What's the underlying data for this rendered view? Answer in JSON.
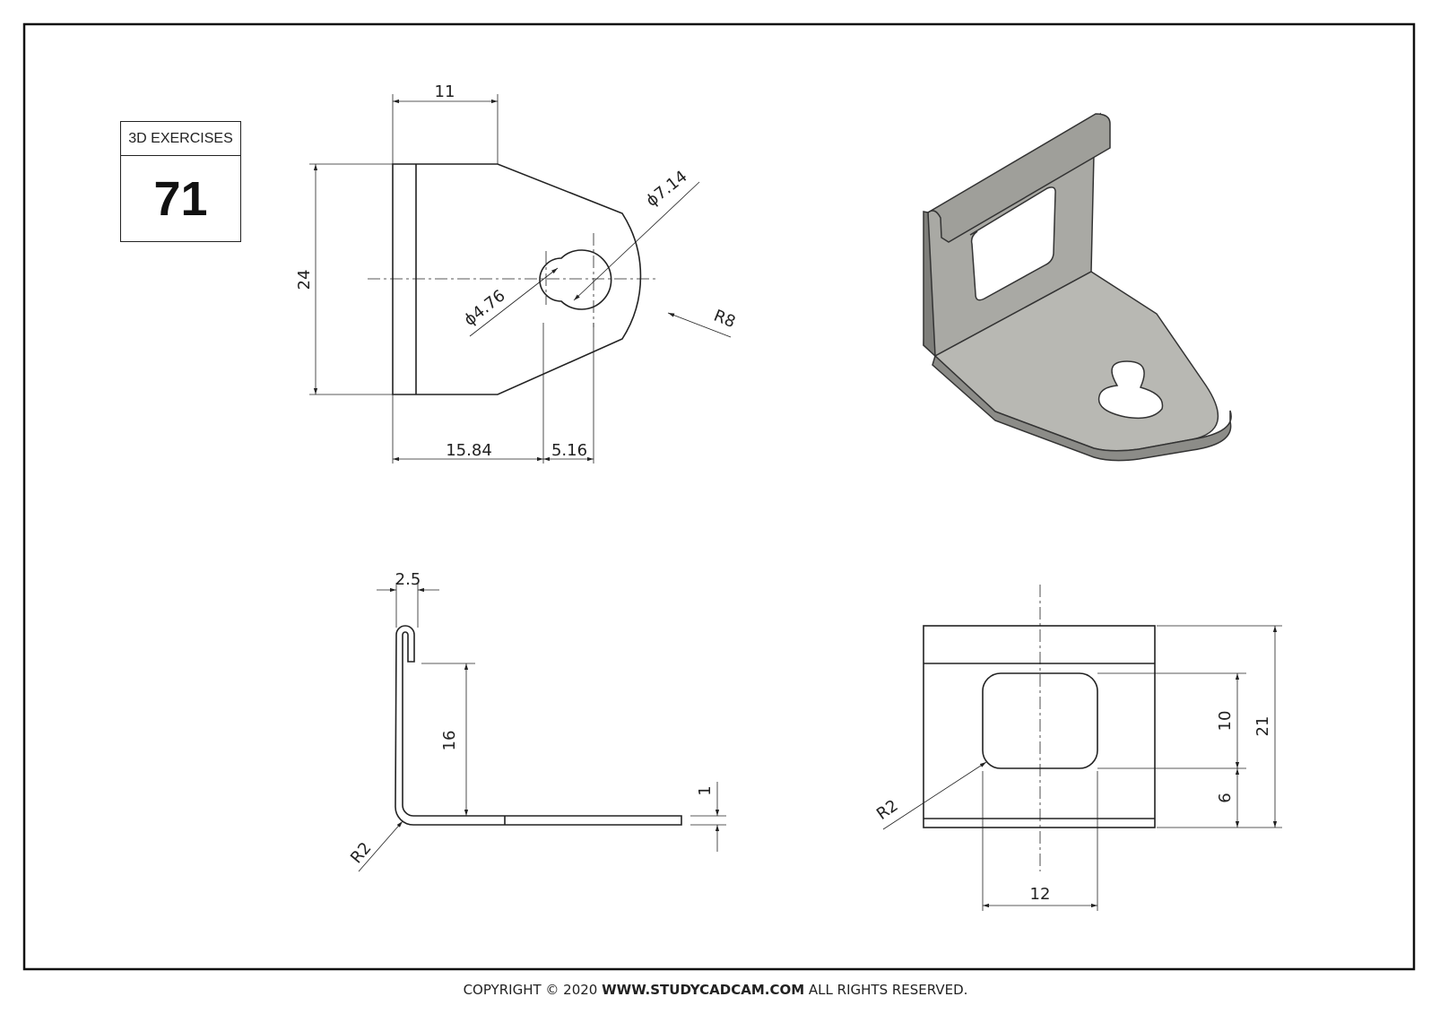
{
  "title_block": {
    "label": "3D EXERCISES",
    "number": "71"
  },
  "top_view": {
    "dims": {
      "width_top": "11",
      "height": "24",
      "dia_large": "ϕ7.14",
      "dia_small": "ϕ4.76",
      "radius": "R8",
      "dist_1": "15.84",
      "dist_2": "5.16"
    }
  },
  "side_view": {
    "dims": {
      "hem_width": "2.5",
      "height": "16",
      "thickness": "1",
      "bend_radius": "R2"
    }
  },
  "front_view": {
    "dims": {
      "window_height": "10",
      "overall_height": "21",
      "bottom_offset": "6",
      "corner_radius": "R2",
      "window_width": "12"
    }
  },
  "footer": {
    "prefix": "COPYRIGHT © 2020 ",
    "site": "WWW.STUDYCADCAM.COM",
    "suffix": " ALL RIGHTS RESERVED."
  },
  "colors": {
    "line": "#222222",
    "part_face": "#b5b5b0",
    "part_dark": "#8c8c88"
  }
}
